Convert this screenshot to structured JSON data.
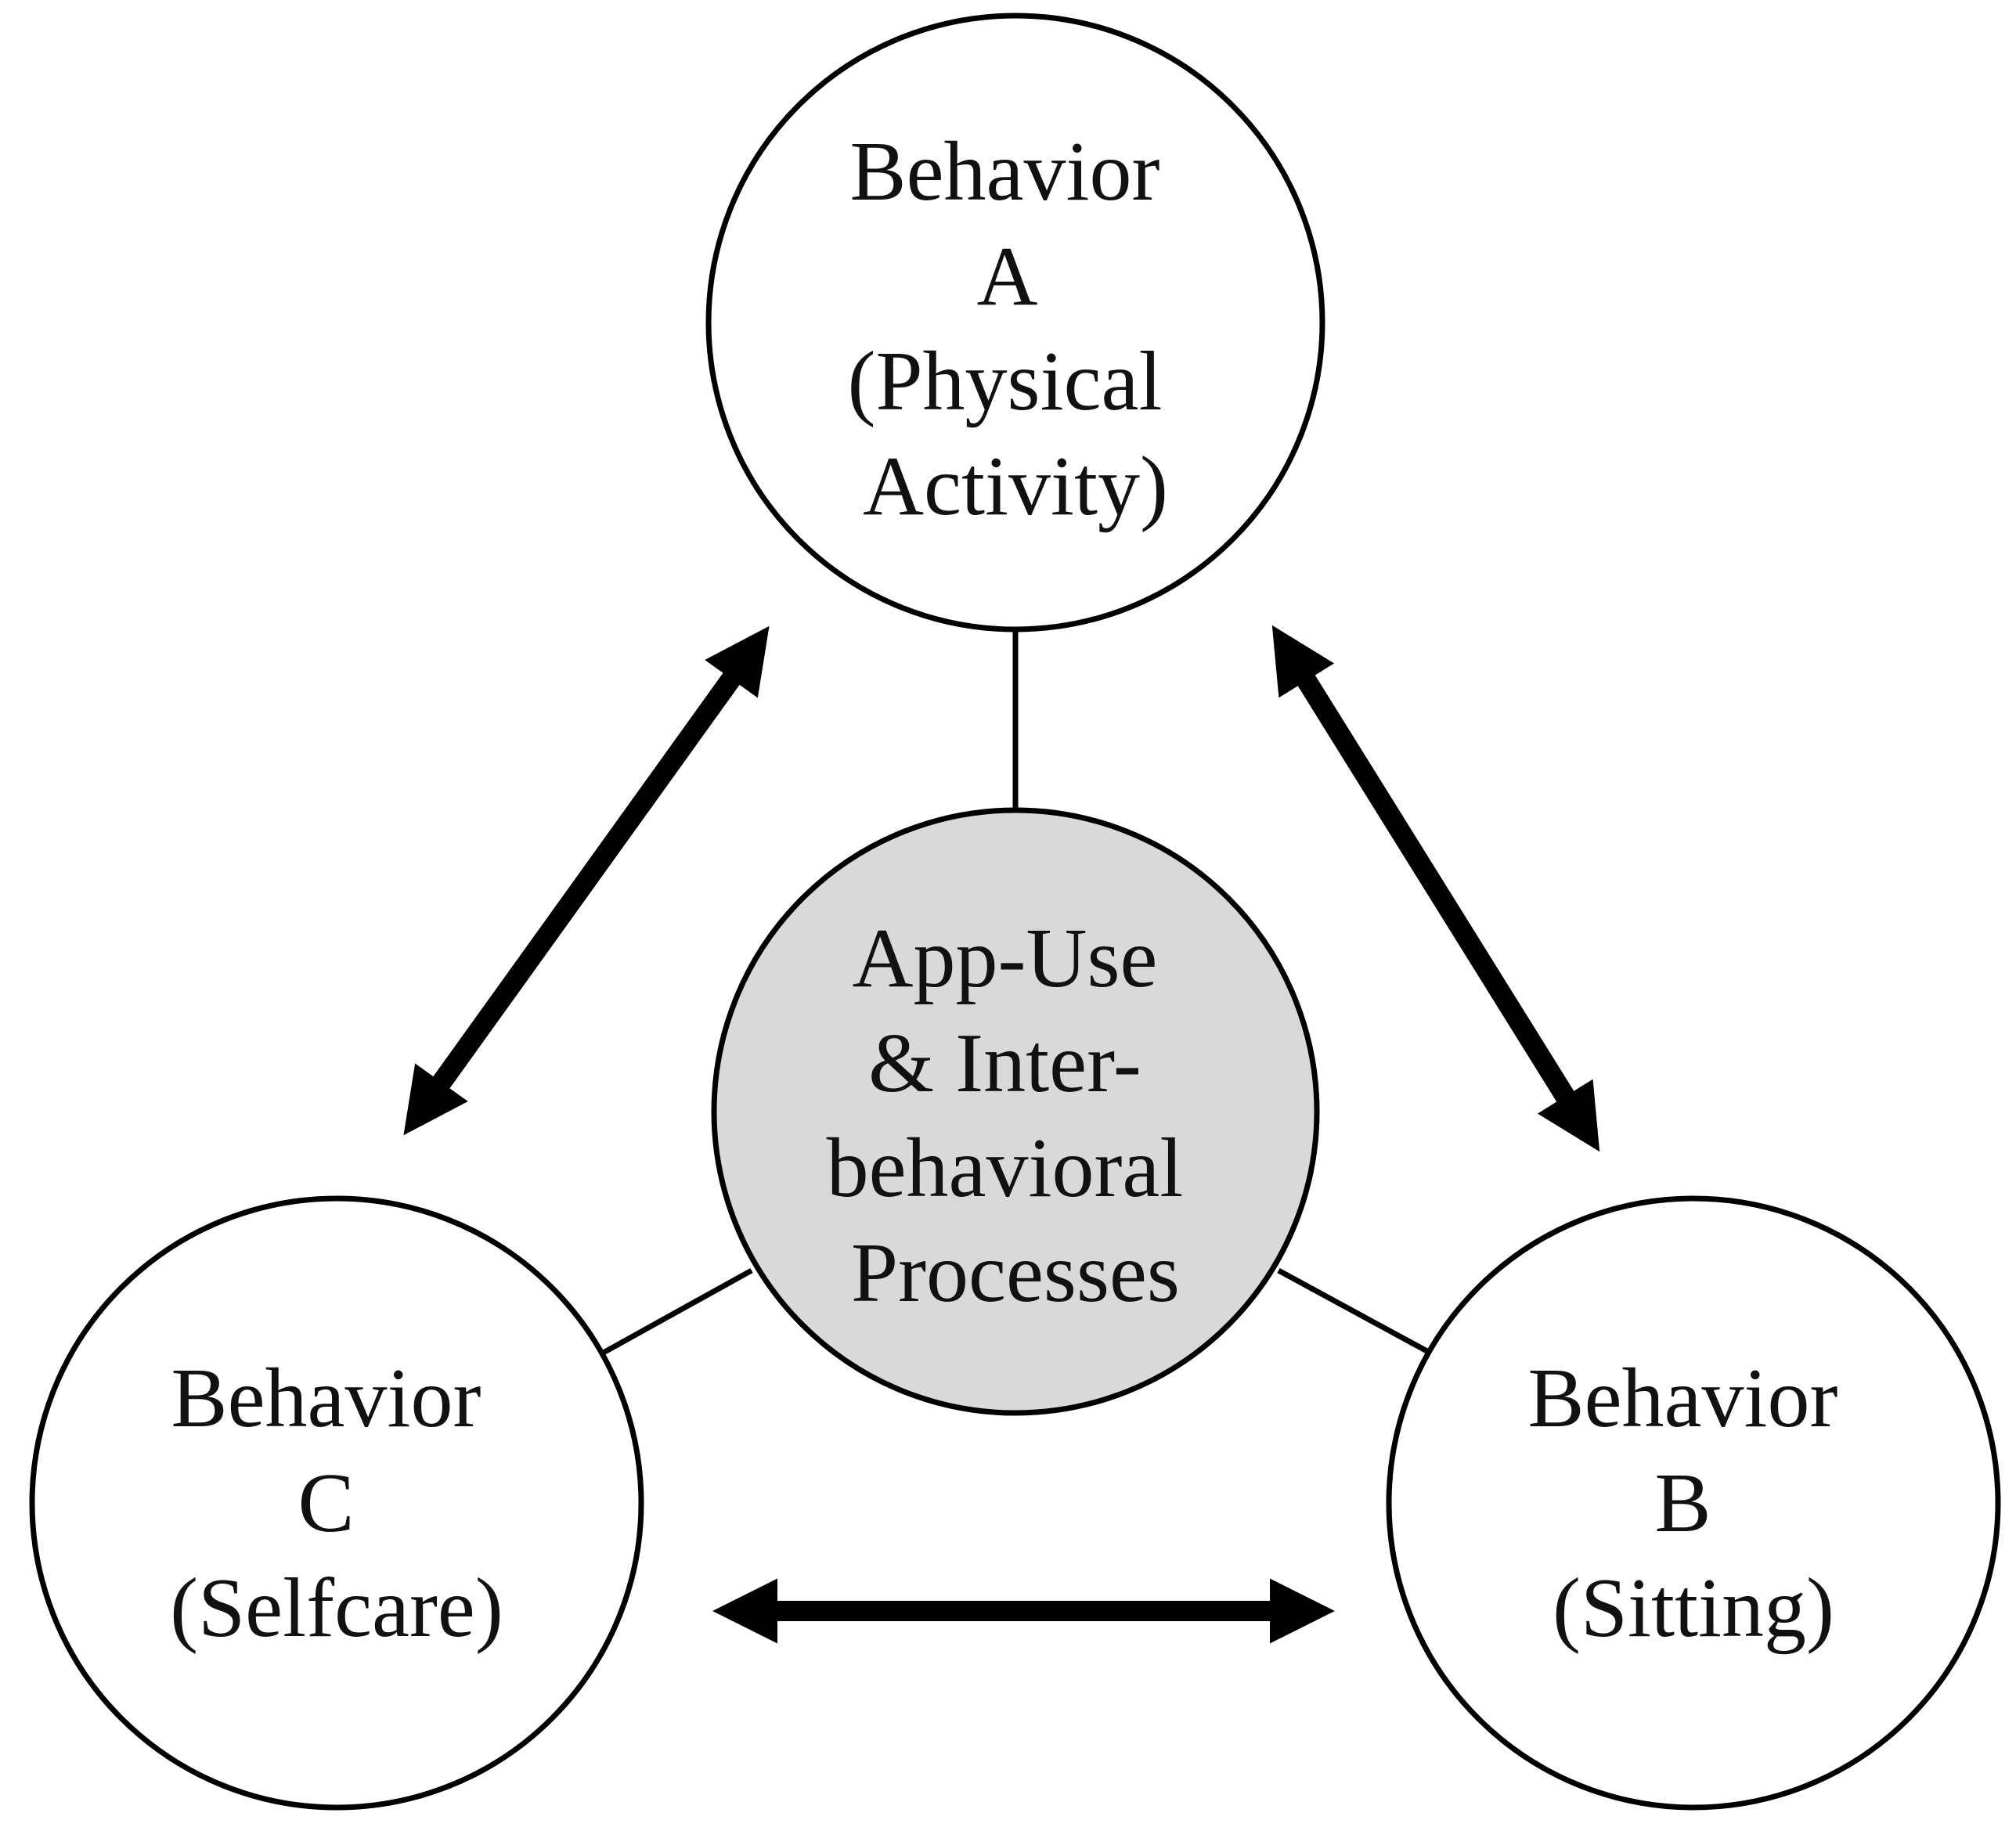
{
  "diagram": {
    "nodes": {
      "behavior_a": {
        "lines": [
          "Behavior",
          "A",
          "(Physical",
          "Activity)"
        ],
        "fill": "#ffffff"
      },
      "behavior_b": {
        "lines": [
          "Behavior",
          "B",
          "(Sitting)"
        ],
        "fill": "#ffffff"
      },
      "behavior_c": {
        "lines": [
          "Behavior",
          "C",
          "(Selfcare)"
        ],
        "fill": "#ffffff"
      },
      "center": {
        "lines": [
          "App-Use",
          "& Inter-",
          "behavioral",
          "Processes"
        ],
        "fill": "#d9d9d9"
      }
    },
    "edges": [
      {
        "type": "line",
        "from": "center",
        "to": "behavior_a"
      },
      {
        "type": "line",
        "from": "center",
        "to": "behavior_b"
      },
      {
        "type": "line",
        "from": "center",
        "to": "behavior_c"
      },
      {
        "type": "double-arrow",
        "from": "behavior_a",
        "to": "behavior_c"
      },
      {
        "type": "double-arrow",
        "from": "behavior_a",
        "to": "behavior_b"
      },
      {
        "type": "double-arrow",
        "from": "behavior_c",
        "to": "behavior_b"
      }
    ],
    "colors": {
      "stroke": "#000000",
      "arrow": "#000000",
      "text": "#111111"
    }
  }
}
